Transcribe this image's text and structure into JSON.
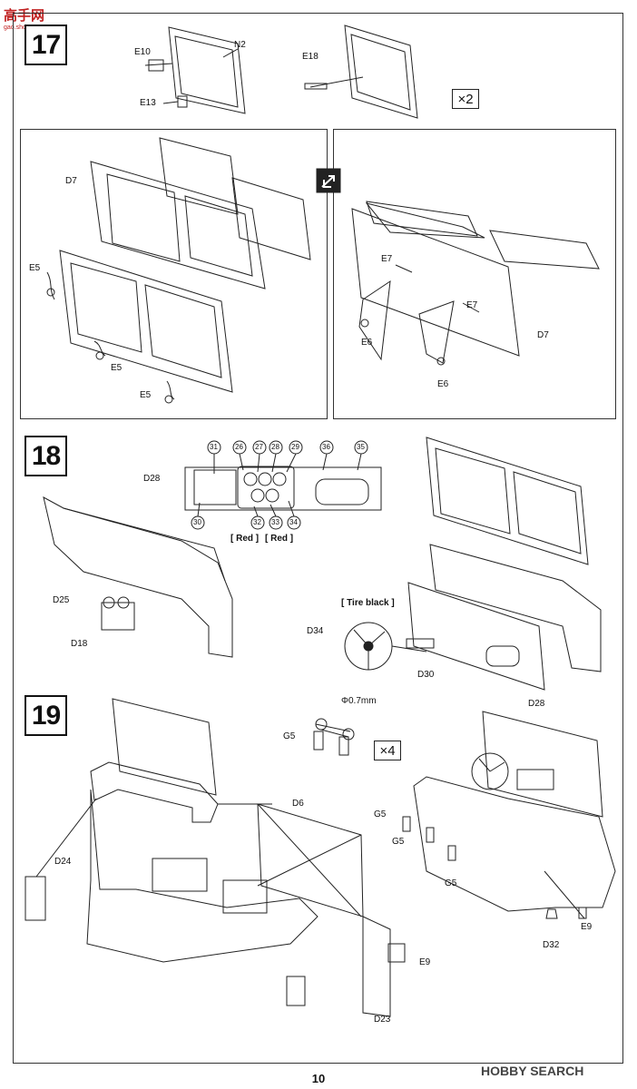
{
  "logo": {
    "text": "高手网",
    "sub": "gao.shou.net"
  },
  "steps": {
    "s17": "17",
    "s18": "18",
    "s19": "19"
  },
  "multipliers": {
    "m1": "×2",
    "m2": "×4"
  },
  "parts": {
    "n2": "N2",
    "e10": "E10",
    "e13": "E13",
    "e18": "E18",
    "d7a": "D7",
    "e5a": "E5",
    "e5b": "E5",
    "e5c": "E5",
    "e7a": "E7",
    "e7b": "E7",
    "d7b": "D7",
    "e6a": "E6",
    "e6b": "E6",
    "d28a": "D28",
    "d25": "D25",
    "d18": "D18",
    "d34": "D34",
    "d30": "D30",
    "d28b": "D28",
    "g5a": "G5",
    "d6": "D6",
    "d24": "D24",
    "e9a": "E9",
    "d23": "D23",
    "g5b": "G5",
    "g5c": "G5",
    "g5d": "G5",
    "e9b": "E9",
    "d32": "D32"
  },
  "callouts": [
    "31",
    "26",
    "27",
    "28",
    "29",
    "36",
    "35",
    "30",
    "32",
    "33",
    "34"
  ],
  "paint": {
    "red1": "[ Red ]",
    "red2": "[ Red ]",
    "tire": "[ Tire black ]"
  },
  "dimension": "Φ0.7mm",
  "page_number": "10",
  "watermark": "HOBBY SEARCH"
}
